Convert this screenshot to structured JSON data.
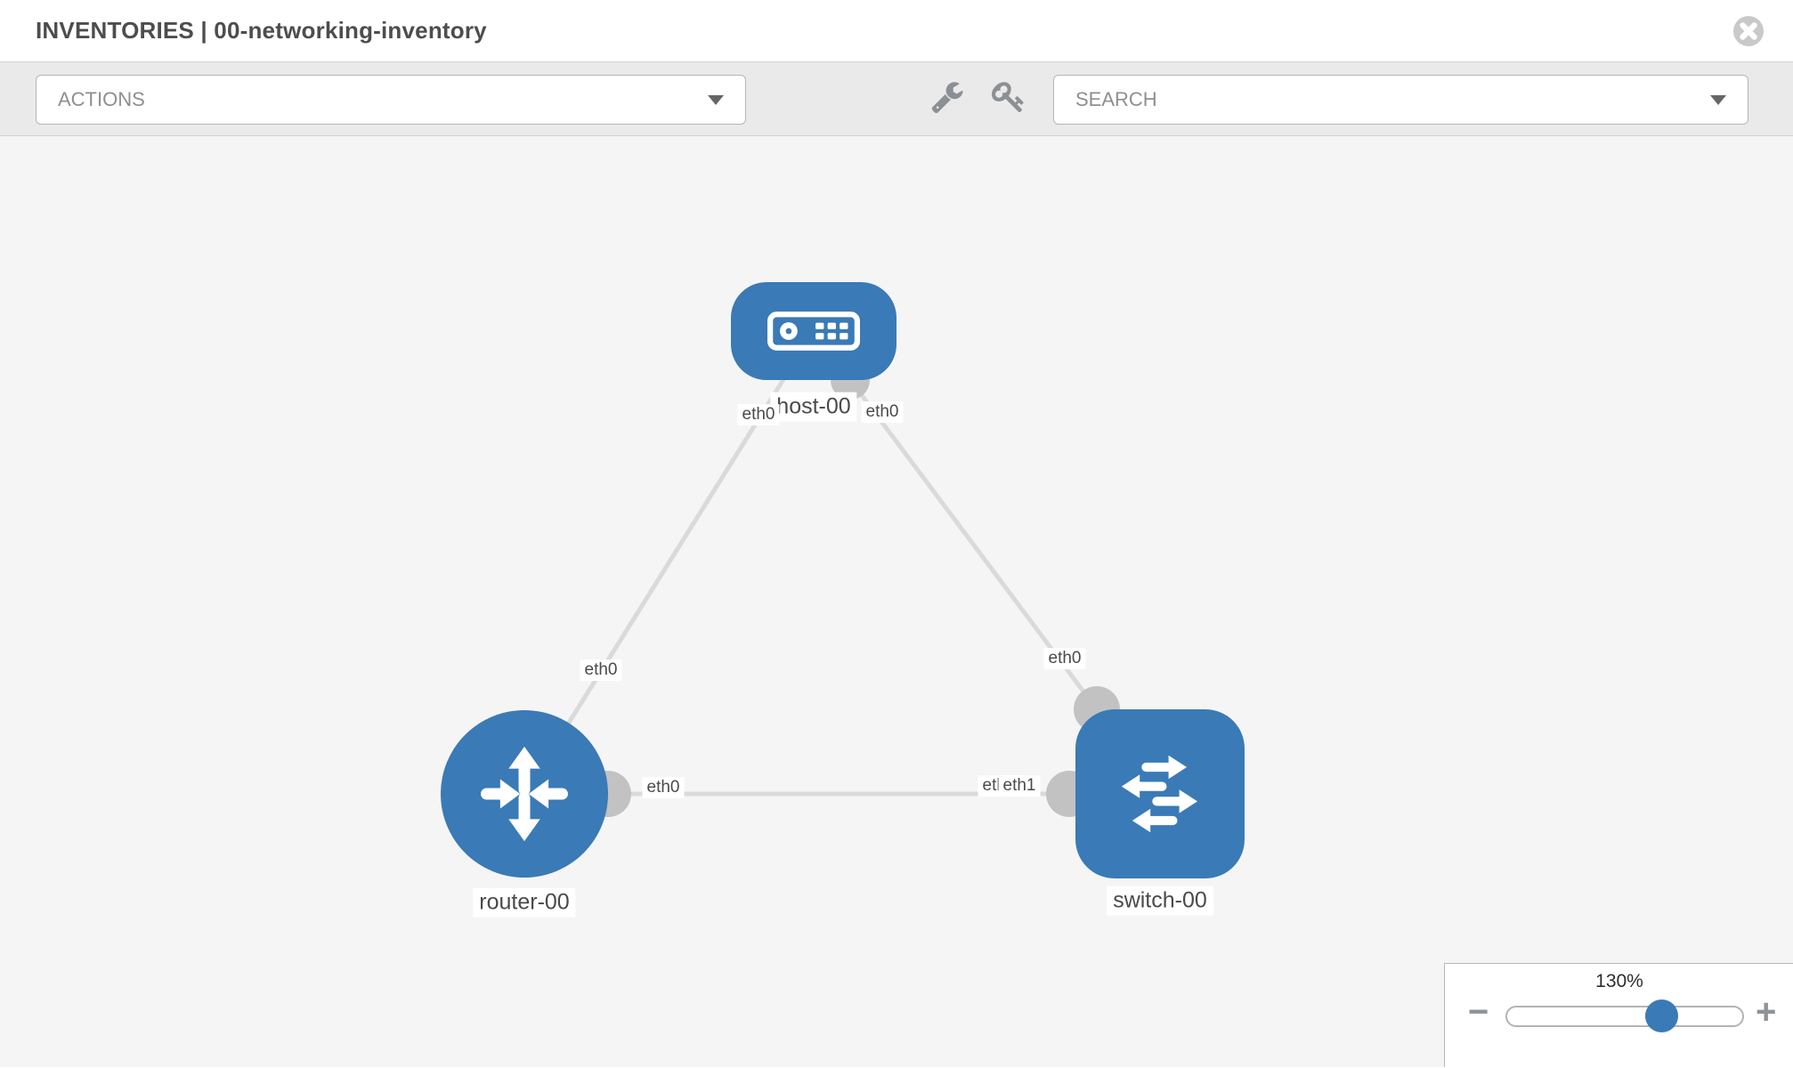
{
  "header": {
    "title": "INVENTORIES | 00-networking-inventory"
  },
  "toolbar": {
    "actions_label": "ACTIONS",
    "search_label": "SEARCH",
    "icons": [
      "wrench-icon",
      "key-icon"
    ]
  },
  "diagram": {
    "nodes": [
      {
        "label": "host-00",
        "type": "host"
      },
      {
        "label": "router-00",
        "type": "router"
      },
      {
        "label": "switch-00",
        "type": "switch"
      }
    ],
    "links": [
      {
        "from": "host-00",
        "to": "router-00",
        "from_if": "eth0",
        "to_if": "eth0"
      },
      {
        "from": "host-00",
        "to": "switch-00",
        "from_if": "eth0",
        "to_if": "eth0"
      },
      {
        "from": "router-00",
        "to": "switch-00",
        "from_if": "eth0",
        "to_if": "eth1",
        "to_if_overlapped": "eth0"
      }
    ]
  },
  "zoom_control": {
    "value": "130%",
    "minus_label": "−",
    "plus_label": "+"
  },
  "colors": {
    "node_blue": "#3a7ab6",
    "link_gray": "#dadada",
    "connector_gray": "#c2c2c2",
    "canvas_bg": "#f5f5f5"
  }
}
